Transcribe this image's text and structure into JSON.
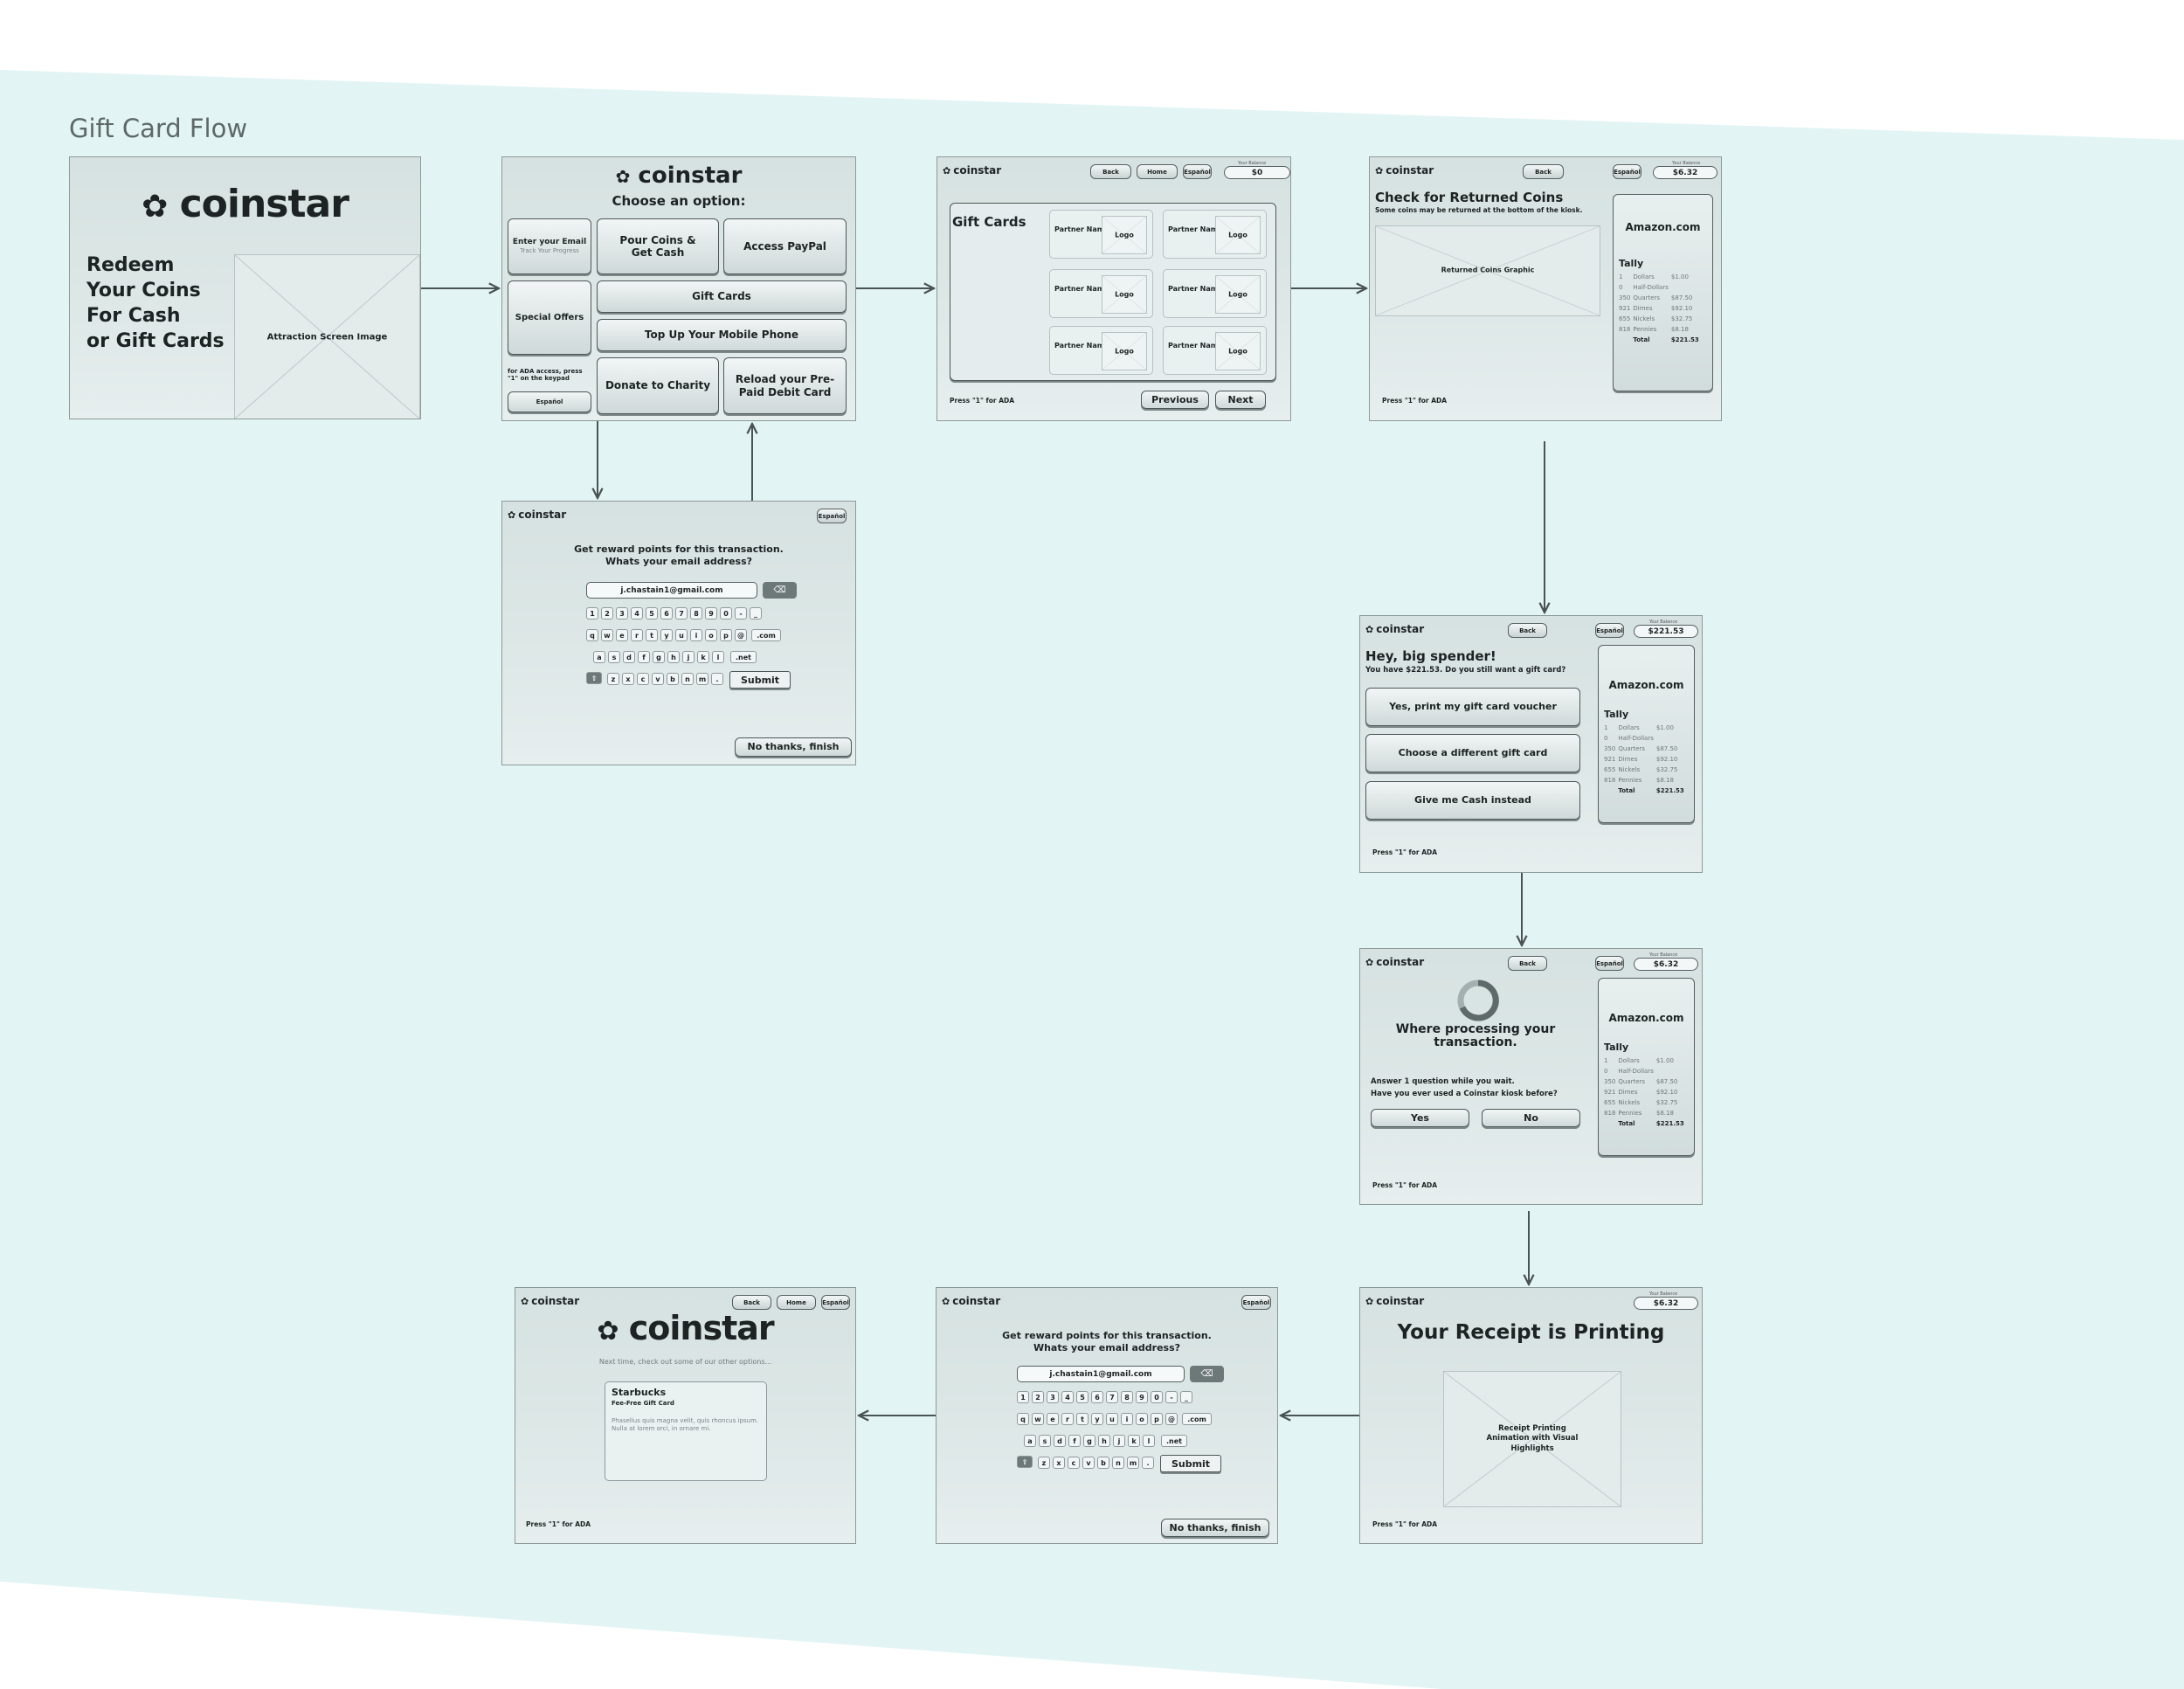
{
  "colors": {
    "background_band": "#e3f4f4",
    "screen_fill": "#d9e4e3",
    "stroke": "#4d5757"
  },
  "flow_title": "Gift Card Flow",
  "brand": "coinstar",
  "common": {
    "ada": "Press \"1\" for ADA",
    "back": "Back",
    "home": "Home",
    "espanol": "Español",
    "total_caption": "Your Balance"
  },
  "tally": {
    "merchant": "Amazon.com",
    "title": "Tally",
    "rows": [
      {
        "count": "1",
        "coin": "Dollars",
        "value": "$1.00"
      },
      {
        "count": "0",
        "coin": "Half-Dollars",
        "value": ""
      },
      {
        "count": "350",
        "coin": "Quarters",
        "value": "$87.50"
      },
      {
        "count": "921",
        "coin": "Dimes",
        "value": "$92.10"
      },
      {
        "count": "655",
        "coin": "Nickels",
        "value": "$32.75"
      },
      {
        "count": "818",
        "coin": "Pennies",
        "value": "$8.18"
      }
    ],
    "total_label": "Total",
    "total_value": "$221.53"
  },
  "attract": {
    "headline": [
      "Redeem",
      "Your Coins",
      "For Cash",
      "or Gift Cards"
    ],
    "image_label": "Attraction Screen Image"
  },
  "options": {
    "title": "Choose an option:",
    "email_label": "Enter your Email",
    "email_sub": "Track Your Progress",
    "pour": "Pour Coins & Get Cash",
    "paypal": "Access PayPal",
    "offers": "Special Offers",
    "gift_cards": "Gift Cards",
    "top_up": "Top Up Your Mobile Phone",
    "ada_note": "for ADA access, press \"1\" on the keypad",
    "espanol": "Español",
    "charity": "Donate to Charity",
    "reload": "Reload your Pre-Paid Debit Card"
  },
  "email_screen": {
    "prompt_1": "Get reward points for this transaction.",
    "prompt_2": "Whats your email address?",
    "email": "j.chastain1@gmail.com",
    "backspace": "⌫",
    "row1": [
      "1",
      "2",
      "3",
      "4",
      "5",
      "6",
      "7",
      "8",
      "9",
      "0",
      "-",
      "_"
    ],
    "row2": [
      "q",
      "w",
      "e",
      "r",
      "t",
      "y",
      "u",
      "i",
      "o",
      "p",
      "@"
    ],
    "row2_extra": ".com",
    "row3": [
      "a",
      "s",
      "d",
      "f",
      "g",
      "h",
      "j",
      "k",
      "l"
    ],
    "row3_extra": ".net",
    "shift": "⇧",
    "row4": [
      "z",
      "x",
      "c",
      "v",
      "b",
      "n",
      "m",
      "."
    ],
    "submit": "Submit",
    "no_thanks": "No thanks, finish"
  },
  "gift_cards": {
    "title": "Gift Cards",
    "balance": "$0",
    "partner_name": "Partner Name",
    "logo": "Logo",
    "previous": "Previous",
    "next": "Next"
  },
  "returned": {
    "title": "Check for Returned Coins",
    "subtitle": "Some coins may be returned at the bottom of the kiosk.",
    "graphic": "Returned Coins Graphic",
    "balance": "$6.32"
  },
  "spender": {
    "title": "Hey, big spender!",
    "subtitle": "You have $221.53. Do you still want a gift card?",
    "balance": "$221.53",
    "yes": "Yes, print my gift card voucher",
    "different": "Choose a different gift card",
    "cash": "Give me Cash instead"
  },
  "processing": {
    "title": "Where processing your transaction.",
    "question_1": "Answer 1 question while you wait.",
    "question_2": "Have you ever used a Coinstar kiosk before?",
    "yes": "Yes",
    "no": "No",
    "balance": "$6.32"
  },
  "receipt": {
    "title": "Your Receipt is Printing",
    "graphic": "Receipt Printing Animation with Visual Highlights",
    "balance": "$6.32"
  },
  "final": {
    "subtitle": "Next time, check out some of our other options...",
    "card_title": "Starbucks",
    "card_sub": "Fee-Free Gift Card",
    "card_body": "Phasellus quis magna velit, quis rhoncus ipsum. Nulla at lorem orci, in ornare mi."
  }
}
